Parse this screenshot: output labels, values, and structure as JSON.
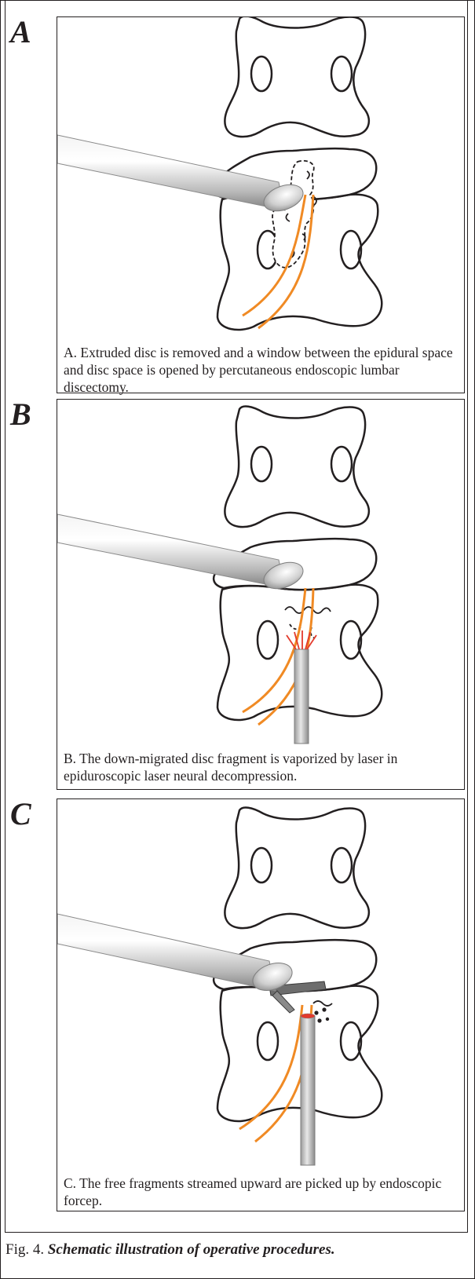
{
  "panels": [
    {
      "letter": "A",
      "caption": "A. Extruded disc is removed and a window between the epidural space and disc space is opened by percutaneous endoscopic lumbar discectomy."
    },
    {
      "letter": "B",
      "caption": "B. The down-migrated disc fragment is vaporized by laser in epiduroscopic laser neural decompression."
    },
    {
      "letter": "C",
      "caption": "C. The free fragments streamed upward are picked up by endoscopic forcep."
    }
  ],
  "figure_caption": {
    "label": "Fig. 4.",
    "title": "Schematic illustration of operative procedures."
  },
  "colors": {
    "nerve": "#f08a24",
    "laser": "#e33a2c",
    "outline": "#231f20"
  }
}
